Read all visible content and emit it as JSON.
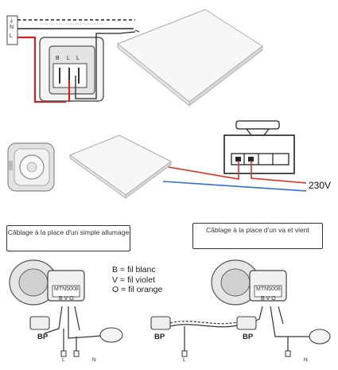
{
  "terminal_block": {
    "labels": [
      "⏚",
      "N",
      "L"
    ]
  },
  "dimmer_terminals": {
    "labels": [
      "B",
      "L",
      "L"
    ]
  },
  "voltage_label": "230V",
  "left_box": {
    "title": "Câblage à la place d'un simple allumage"
  },
  "right_box": {
    "title": "Câblage à la place d'un va et vient"
  },
  "legend": {
    "b": "B = fil blanc",
    "v": "V = fil violet",
    "o": "O = fil orange"
  },
  "module_tag": "MTN5008",
  "module_terminals": "B V O",
  "left_sketch": {
    "bp": "BP",
    "l": "L",
    "n": "N"
  },
  "right_sketch": {
    "bp1": "BP",
    "bp2": "BP",
    "l": "L",
    "n": "N"
  },
  "colors": {
    "phase": "#e0301e",
    "neutral": "#2f6fd6",
    "separator": "#c23b6a",
    "ink": "#222222"
  }
}
